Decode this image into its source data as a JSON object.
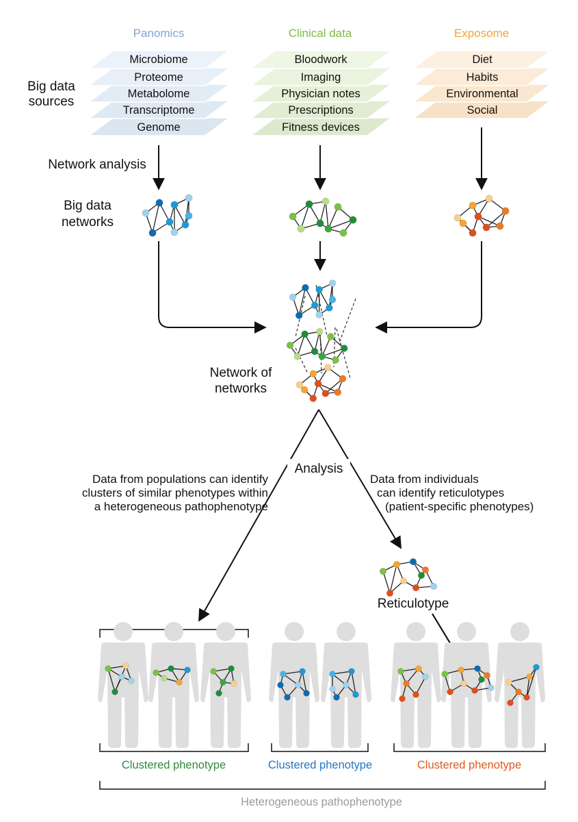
{
  "sources": {
    "label_line1": "Big data",
    "label_line2": "sources",
    "groups": [
      {
        "title": "Panomics",
        "color": "#7fa6d1",
        "fill": "#e3ecf5",
        "layers": [
          "Microbiome",
          "Proteome",
          "Metabolome",
          "Transcriptome",
          "Genome"
        ]
      },
      {
        "title": "Clinical data",
        "color": "#7dbb43",
        "fill": "#e6f0d8",
        "layers": [
          "Bloodwork",
          "Imaging",
          "Physician notes",
          "Prescriptions",
          "Fitness devices"
        ]
      },
      {
        "title": "Exposome",
        "color": "#f2a33c",
        "fill": "#fbebd7",
        "layers": [
          "Diet",
          "Habits",
          "Environmental",
          "Social"
        ]
      }
    ]
  },
  "labels": {
    "network_analysis": "Network analysis",
    "networks_line1": "Big data",
    "networks_line2": "networks",
    "nn_line1": "Network of",
    "nn_line2": "networks",
    "analysis": "Analysis",
    "pop_line1": "Data from populations can identify",
    "pop_line2": "clusters of similar phenotypes within",
    "pop_line3": "a heterogeneous pathophenotype",
    "ind_line1": "Data from individuals",
    "ind_line2": "can identify reticulotypes",
    "ind_line3": "(patient-specific phenotypes)",
    "reticulotype": "Reticulotype"
  },
  "clusters": [
    {
      "label": "Clustered phenotype",
      "color": "#2e8b3a"
    },
    {
      "label": "Clustered phenotype",
      "color": "#1f77c4"
    },
    {
      "label": "Clustered phenotype",
      "color": "#e05a1e"
    }
  ],
  "heterogeneous": {
    "label": "Heterogeneous pathophenotype",
    "color": "#9a9a9a"
  },
  "palette": {
    "blue": [
      "#1d9ad6",
      "#0f6cb3",
      "#9fd2ee",
      "#45b3e6"
    ],
    "green": [
      "#7bc144",
      "#1f8e3a",
      "#b6db8c",
      "#3aa642"
    ],
    "orange": [
      "#f4a533",
      "#e24e1b",
      "#f8cf8c",
      "#ec7a23"
    ],
    "body": "#dedede"
  }
}
